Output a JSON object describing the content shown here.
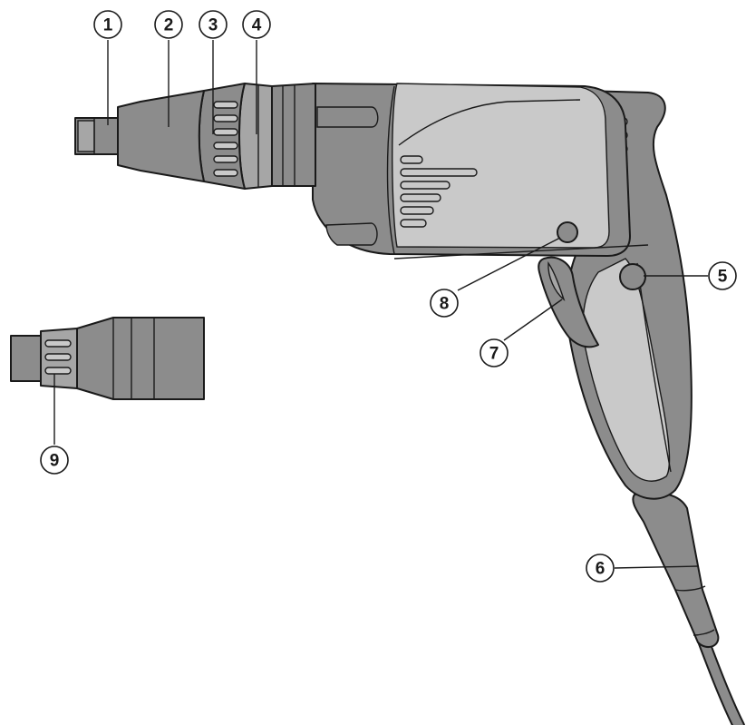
{
  "callouts": [
    {
      "id": "1",
      "label": "1"
    },
    {
      "id": "2",
      "label": "2"
    },
    {
      "id": "3",
      "label": "3"
    },
    {
      "id": "4",
      "label": "4"
    },
    {
      "id": "5",
      "label": "5"
    },
    {
      "id": "6",
      "label": "6"
    },
    {
      "id": "7",
      "label": "7"
    },
    {
      "id": "8",
      "label": "8"
    },
    {
      "id": "9",
      "label": "9"
    }
  ],
  "colors": {
    "dark_gray": "#8c8c8c",
    "light_gray": "#c9c9c9",
    "mid_gray": "#a6a6a6",
    "outline": "#1a1a1a",
    "background": "#ffffff"
  }
}
